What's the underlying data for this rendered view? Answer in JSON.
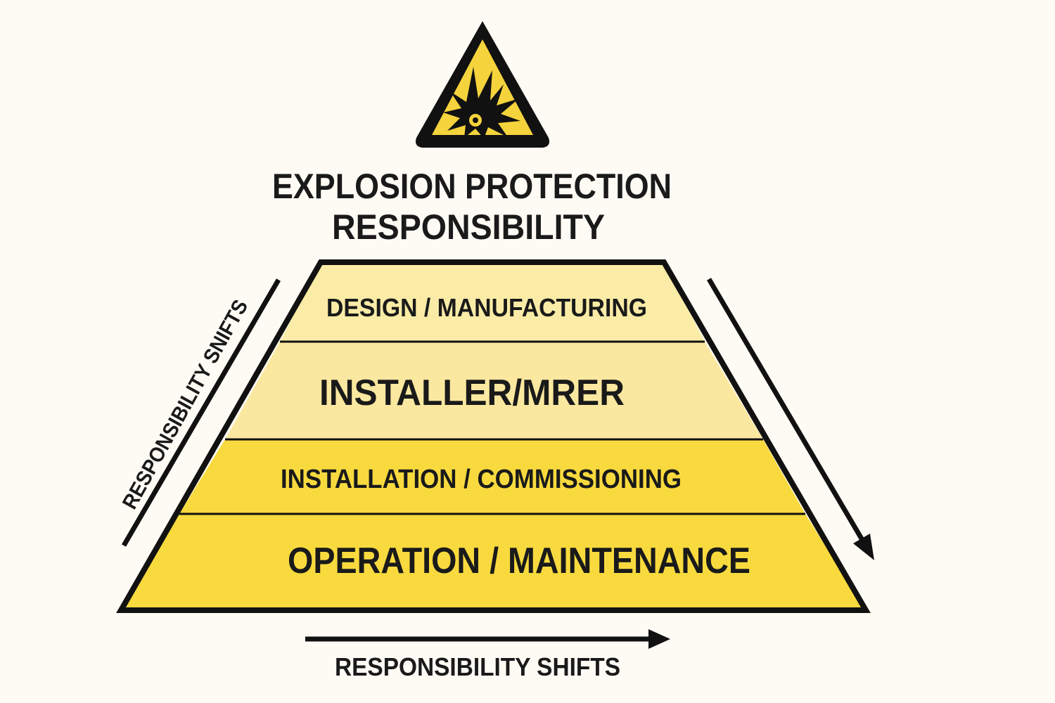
{
  "title": {
    "line1": "EXPLOSION PROTECTION",
    "line2": "RESPONSIBILITY"
  },
  "warning_sign": {
    "icon": "explosion-hazard-icon",
    "fill": "#f5d33c",
    "border": "#111111"
  },
  "pyramid": {
    "layers": [
      {
        "label": "DESIGN / MANUFACTURING",
        "fill": "#faeca6"
      },
      {
        "label": "INSTALLER/MRER",
        "fill": "#fbe8a0"
      },
      {
        "label": "INSTALLATION / COMMISSIONING",
        "fill": "#f8da3e"
      },
      {
        "label": "OPERATION / MAINTENANCE",
        "fill": "#f8da3e"
      }
    ]
  },
  "left_arrow_label": "RESPONSIBILITY SNIFTS",
  "bottom_arrow_label": "RESPONSIBILITY SHIFTS",
  "colors": {
    "background": "#fdfbf4",
    "outline": "#111111"
  }
}
